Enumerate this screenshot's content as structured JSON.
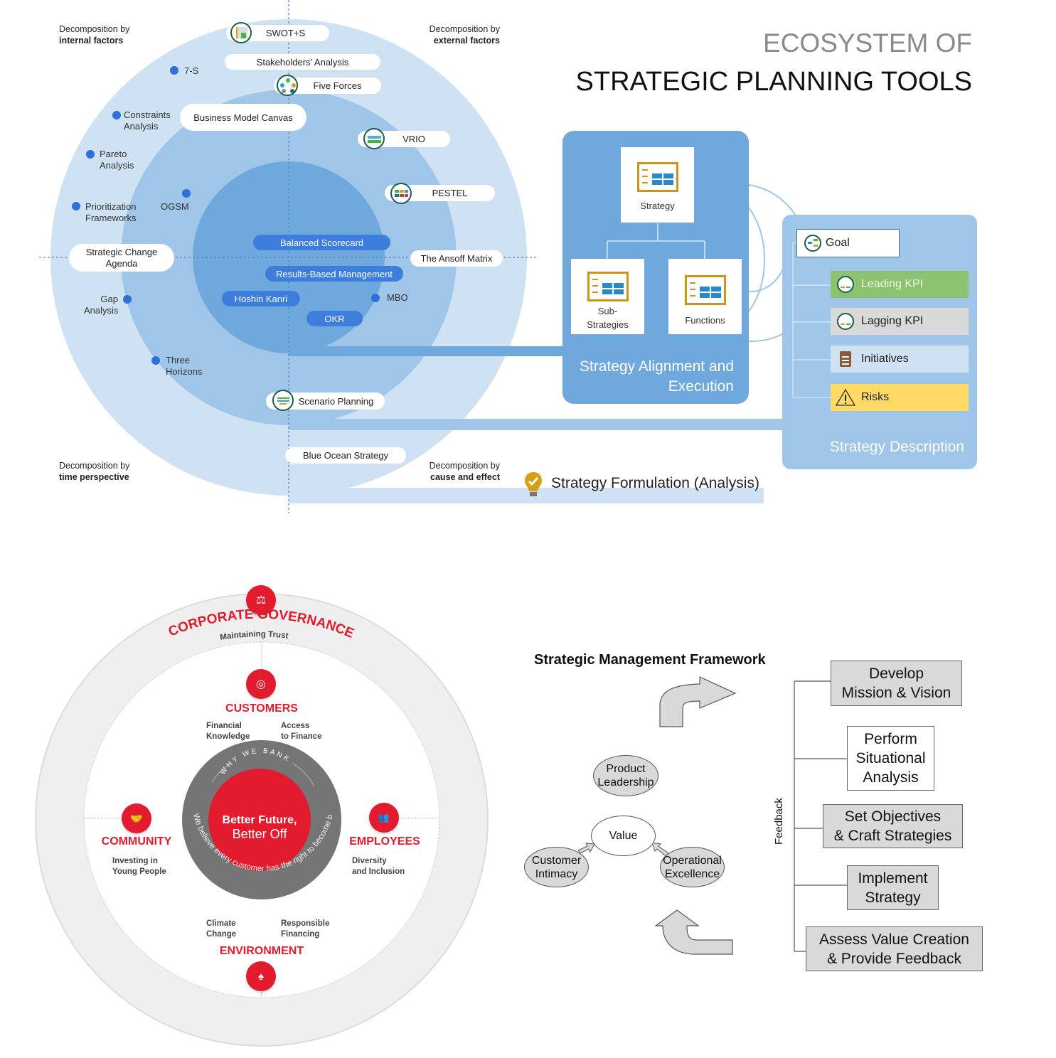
{
  "ecosystem": {
    "title_line1": "ECOSYSTEM OF",
    "title_line2": "STRATEGIC PLANNING TOOLS",
    "corners": {
      "top_left": {
        "line1": "Decomposition by",
        "line2": "internal factors"
      },
      "top_right": {
        "line1": "Decomposition by",
        "line2": "external factors"
      },
      "bottom_left": {
        "line1": "Decomposition by",
        "line2": "time perspective"
      },
      "bottom_right": {
        "line1": "Decomposition by",
        "line2": "cause and effect"
      }
    },
    "white_pills": {
      "swot": "SWOT+S",
      "stakeholders": "Stakeholders' Analysis",
      "five_forces": "Five Forces",
      "bmc": "Business Model Canvas",
      "vrio": "VRIO",
      "pestel": "PESTEL",
      "sca_line1": "Strategic Change",
      "sca_line2": "Agenda",
      "ansoff": "The Ansoff Matrix",
      "scenario": "Scenario Planning",
      "blue_ocean": "Blue Ocean Strategy"
    },
    "blue_pills": {
      "bsc": "Balanced Scorecard",
      "rbm": "Results-Based Management",
      "hoshin": "Hoshin Kanri",
      "okr": "OKR"
    },
    "dots": {
      "seven_s": "7-S",
      "constraints_1": "Constraints",
      "constraints_2": "Analysis",
      "pareto_1": "Pareto",
      "pareto_2": "Analysis",
      "prioritization_1": "Prioritization",
      "prioritization_2": "Frameworks",
      "ogsm": "OGSM",
      "gap_1": "Gap",
      "gap_2": "Analysis",
      "three_1": "Three",
      "three_2": "Horizons",
      "mbo": "MBO"
    },
    "formulation_label": "Strategy Formulation (Analysis)",
    "alignment": {
      "strategy": "Strategy",
      "sub_1": "Sub-",
      "sub_2": "Strategies",
      "functions": "Functions",
      "caption_1": "Strategy Alignment and",
      "caption_2": "Execution"
    },
    "description": {
      "goal": "Goal",
      "leading": "Leading KPI",
      "lagging": "Lagging KPI",
      "initiatives": "Initiatives",
      "risks": "Risks",
      "caption": "Strategy Description"
    },
    "colors": {
      "outer": "#cfe2f3",
      "middle": "#9fc5e8",
      "inner": "#6fa8dc",
      "pill_blue": "#3d7ddb",
      "leading": "#8cc370",
      "lagging": "#d9d9d9",
      "initiatives": "#cfe2f3",
      "risks": "#ffd966"
    }
  },
  "bank": {
    "governance": "CORPORATE GOVERNANCE",
    "governance_sub": "Maintaining Trust",
    "customers": "CUSTOMERS",
    "cust_left_1": "Financial",
    "cust_left_2": "Knowledge",
    "cust_right_1": "Access",
    "cust_right_2": "to Finance",
    "community": "COMMUNITY",
    "comm_1": "Investing in",
    "comm_2": "Young People",
    "employees": "EMPLOYEES",
    "emp_1": "Diversity",
    "emp_2": "and Inclusion",
    "env_left_1": "Climate",
    "env_left_2": "Change",
    "env_right_1": "Responsible",
    "env_right_2": "Financing",
    "environment": "ENVIRONMENT",
    "why": "WHY WE BANK",
    "belief": "We believe every customer has the right to become better off.",
    "center_1": "Better Future,",
    "center_2": "Better Off",
    "colors": {
      "red": "#e31b2e",
      "grey": "#757575"
    }
  },
  "smf": {
    "title": "Strategic Management Framework",
    "feedback": "Feedback",
    "steps": [
      {
        "l1": "Develop",
        "l2": "Mission & Vision"
      },
      {
        "l1": "Perform",
        "l2": "Situational",
        "l3": "Analysis"
      },
      {
        "l1": "Set Objectives",
        "l2": "& Craft Strategies"
      },
      {
        "l1": "Implement",
        "l2": "Strategy"
      },
      {
        "l1": "Assess Value Creation",
        "l2": "& Provide Feedback"
      }
    ],
    "value": "Value",
    "product_1": "Product",
    "product_2": "Leadership",
    "customer_1": "Customer",
    "customer_2": "Intimacy",
    "operational_1": "Operational",
    "operational_2": "Excellence"
  }
}
